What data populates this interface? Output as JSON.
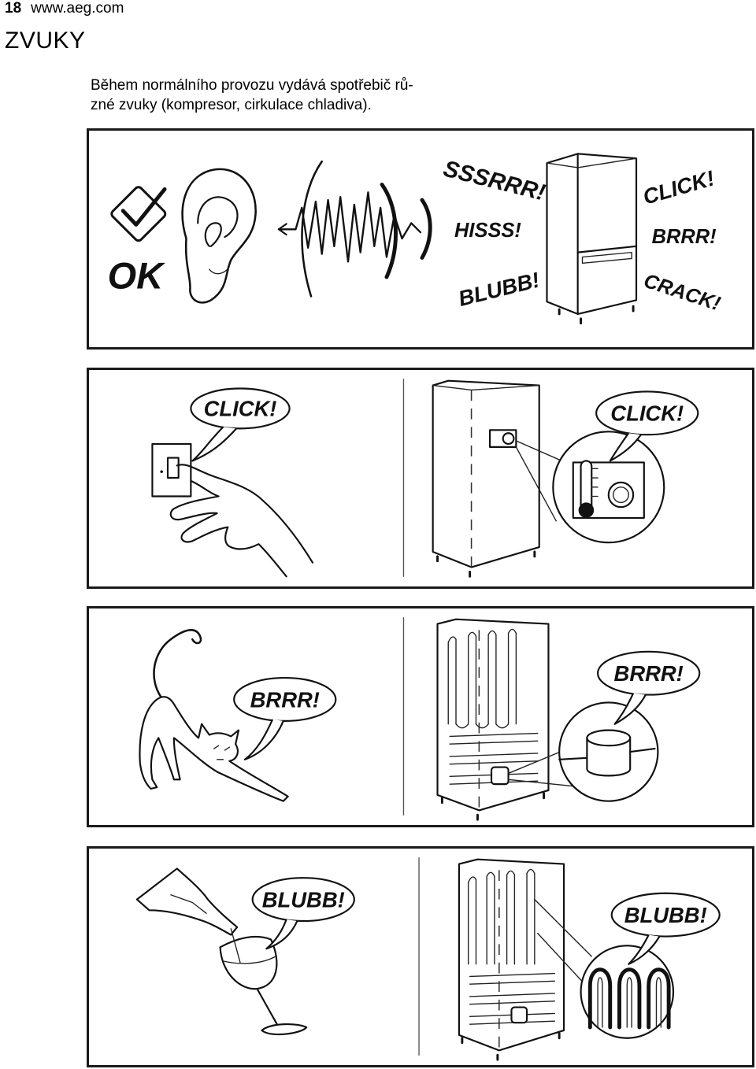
{
  "header": {
    "page_number": "18",
    "website": "www.aeg.com"
  },
  "section": {
    "title": "ZVUKY"
  },
  "intro": {
    "line1": "Během normálního provozu vydává spotřebič rů-",
    "line2": "zné zvuky (kompresor, cirkulace chladiva)."
  },
  "panel1": {
    "ok_label": "OK",
    "sounds": [
      "SSSRRR!",
      "HISSS!",
      "BLUBB!",
      "CLICK!",
      "BRRR!",
      "CRACK!"
    ]
  },
  "panel2": {
    "left_bubble": "CLICK!",
    "right_bubble": "CLICK!"
  },
  "panel3": {
    "left_bubble": "BRRR!",
    "right_bubble": "BRRR!"
  },
  "panel4": {
    "left_bubble": "BLUBB!",
    "right_bubble": "BLUBB!"
  },
  "icons": [
    "checkmark-icon",
    "ear-icon",
    "sound-wave-icon",
    "fridge-icon",
    "wall-switch-icon",
    "hand-icon",
    "thermostat-icon",
    "cat-icon",
    "compressor-icon",
    "wine-bottle-icon",
    "wine-glass-icon",
    "condenser-coil-icon"
  ]
}
